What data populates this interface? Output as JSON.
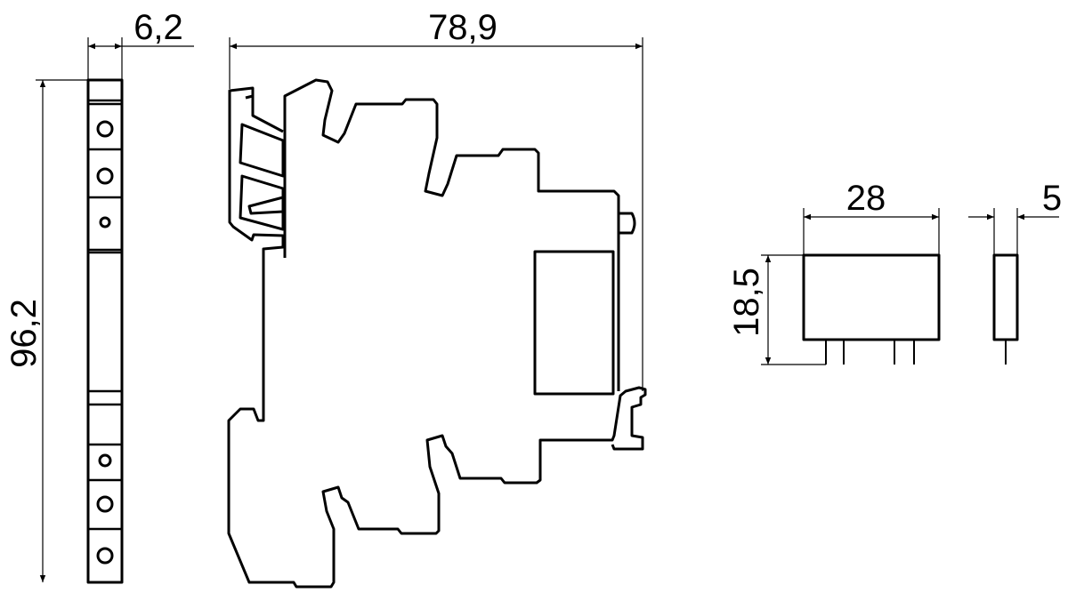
{
  "dimensions": {
    "side_width": "6,2",
    "front_width": "78,9",
    "height": "96,2",
    "relay_width": "28",
    "relay_height": "18,5",
    "relay_depth": "5"
  },
  "colors": {
    "line": "#000000",
    "background": "#ffffff"
  }
}
